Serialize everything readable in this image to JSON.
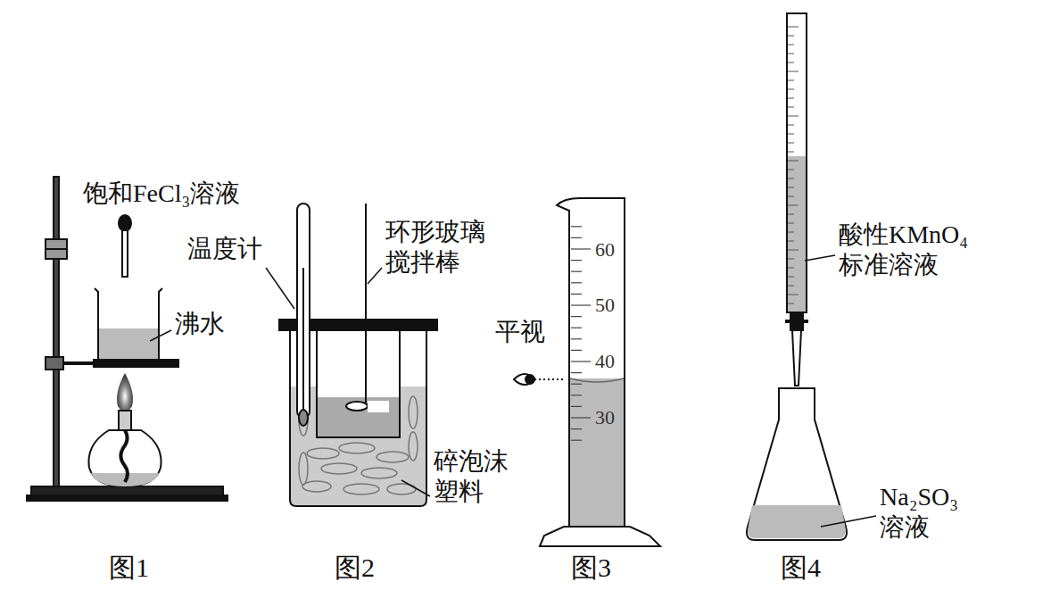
{
  "diagram": {
    "labels": [
      "饱和FeCl₃溶液",
      "沸水",
      "温度计",
      "环形玻璃 搅拌棒",
      "碎泡沫 塑料",
      "平视",
      "60",
      "50",
      "40",
      "30",
      "酸性KMnO₄ 标准溶液",
      "Na₂SO₃ 溶液",
      "图1",
      "图2",
      "图3",
      "图4"
    ]
  }
}
